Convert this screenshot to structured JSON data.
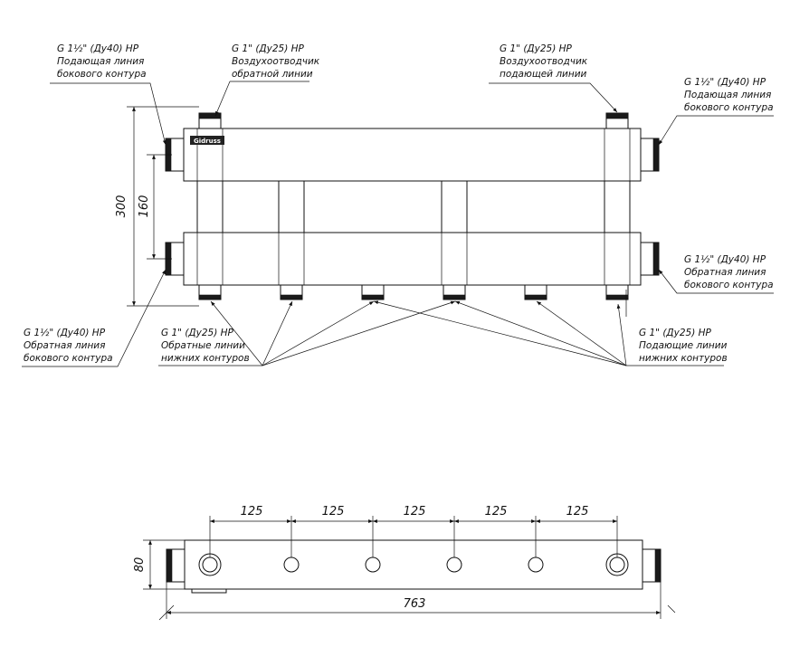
{
  "callouts": {
    "top_left_supply": [
      "G 1½\" (Ду40) НР",
      "Подающая линия",
      "бокового контура"
    ],
    "top_air_return": [
      "G 1\" (Ду25) НР",
      "Воздухоотводчик",
      "обратной линии"
    ],
    "top_air_supply": [
      "G 1\" (Ду25) НР",
      "Воздухоотводчик",
      "подающей линии"
    ],
    "right_supply": [
      "G 1½\" (Ду40) НР",
      "Подающая линия",
      "бокового контура"
    ],
    "right_return": [
      "G 1½\" (Ду40) НР",
      "Обратная линия",
      "бокового контура"
    ],
    "left_return": [
      "G 1½\" (Ду40) НР",
      "Обратная линия",
      "бокового контура"
    ],
    "bottom_returns": [
      "G 1\" (Ду25) НР",
      "Обратные линии",
      "нижних контуров"
    ],
    "bottom_supplies": [
      "G 1\" (Ду25) НР",
      "Подающие линии",
      "нижних контуров"
    ]
  },
  "dimensions": {
    "height_total": "300",
    "pipe_spacing": "160",
    "outlet_pitch": [
      "125",
      "125",
      "125",
      "125",
      "125"
    ],
    "depth": "80",
    "length": "763"
  },
  "logo_text": "Gidruss"
}
